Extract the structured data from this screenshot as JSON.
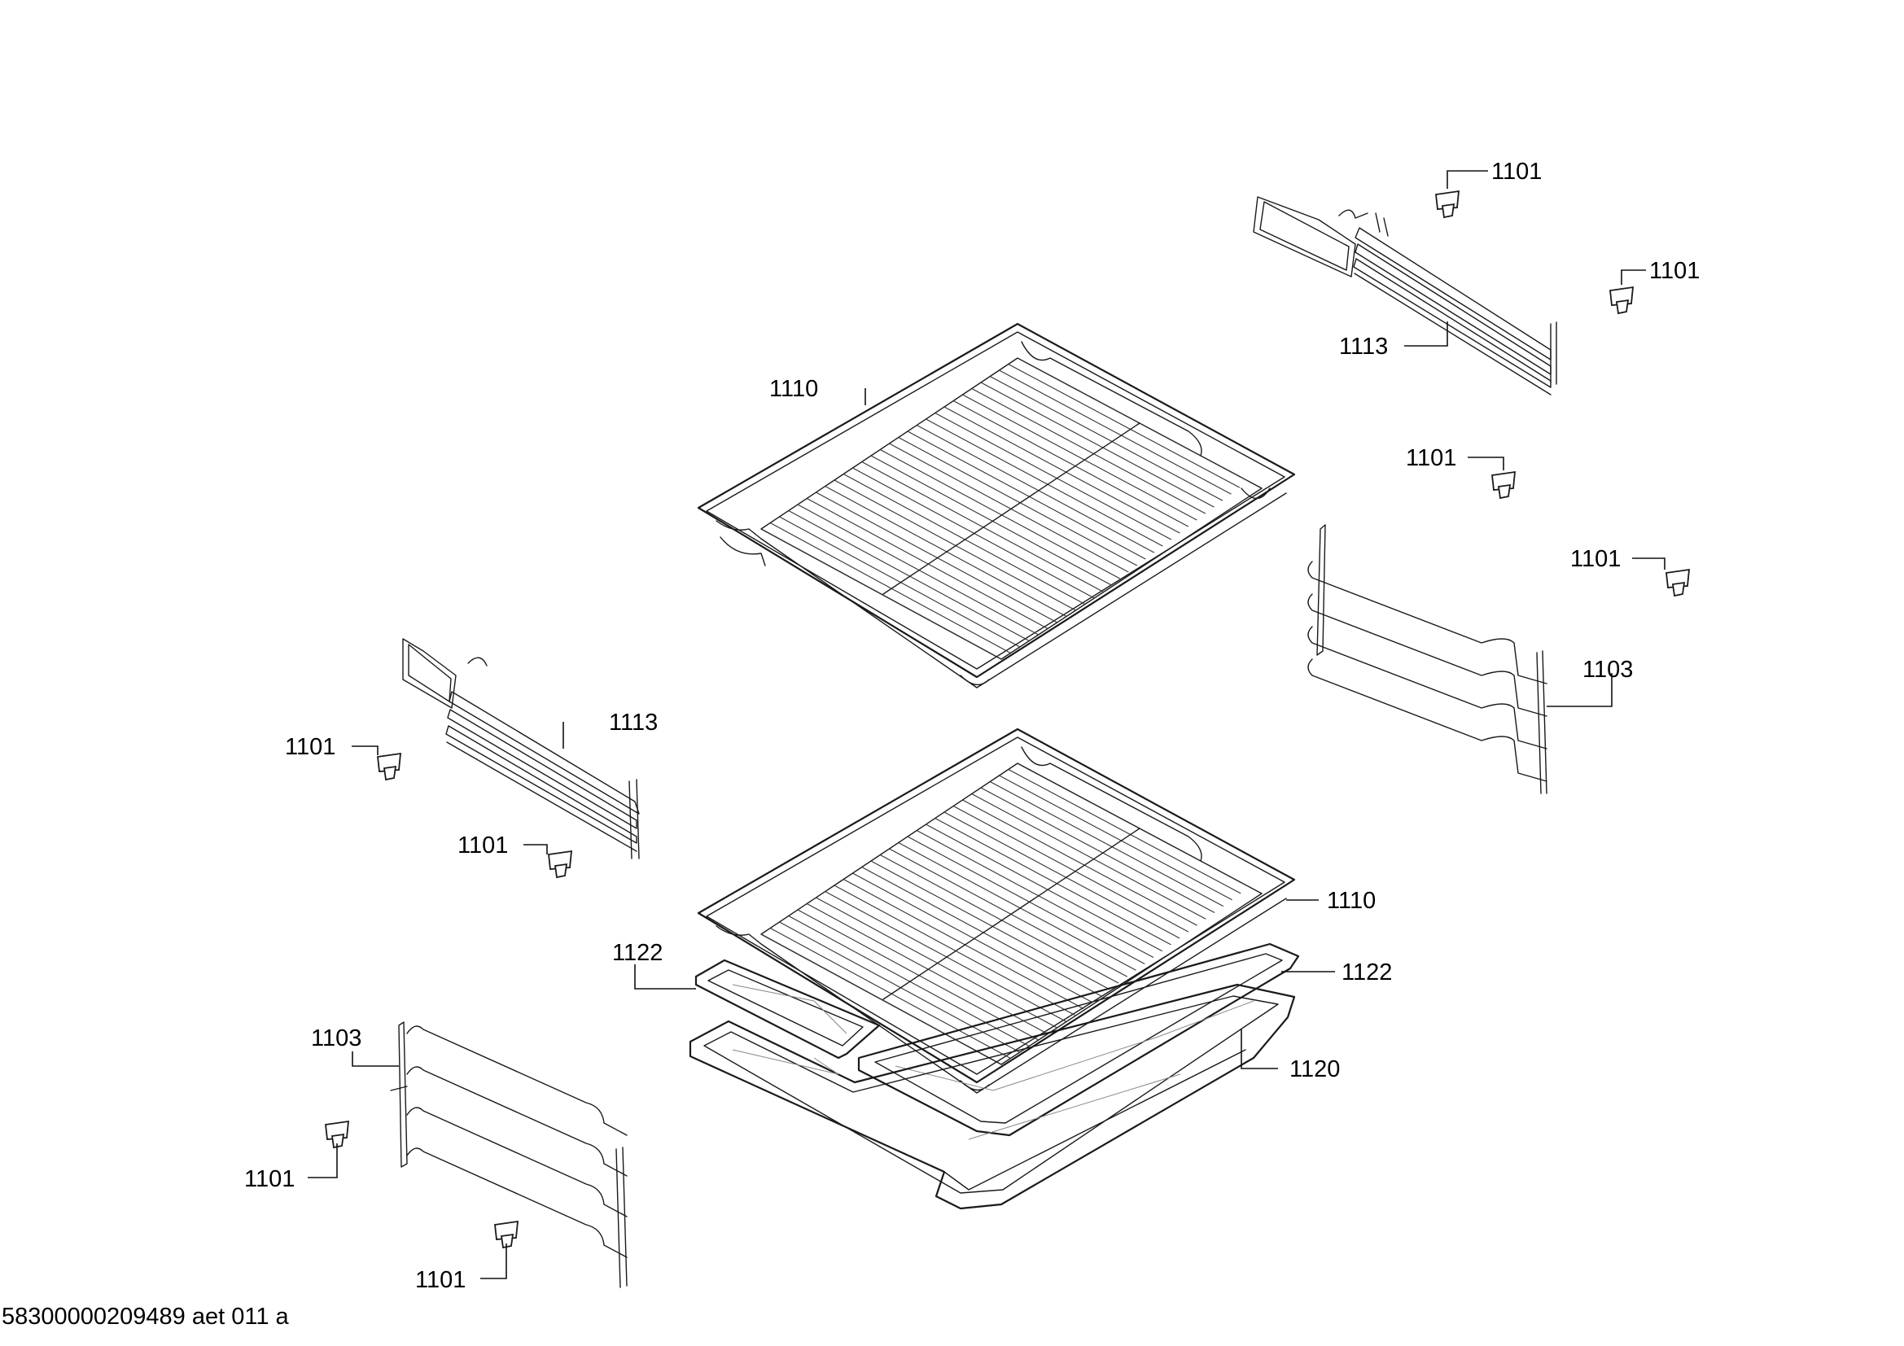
{
  "labels": {
    "top_right_clip_1": "1101",
    "top_right_clip_2": "1101",
    "right_clip_3": "1101",
    "right_clip_4": "1101",
    "top_right_rail": "1113",
    "upper_rack": "1110",
    "right_side_grid": "1103",
    "left_rail": "1113",
    "left_clip_1": "1101",
    "left_clip_2": "1101",
    "lower_rack": "1110",
    "left_tray": "1122",
    "right_tray": "1122",
    "baking_pan": "1120",
    "left_side_grid": "1103",
    "bottom_clip_1": "1101",
    "bottom_clip_2": "1101"
  },
  "footer": {
    "drawing_code": "58300000209489 aet 011 a"
  }
}
